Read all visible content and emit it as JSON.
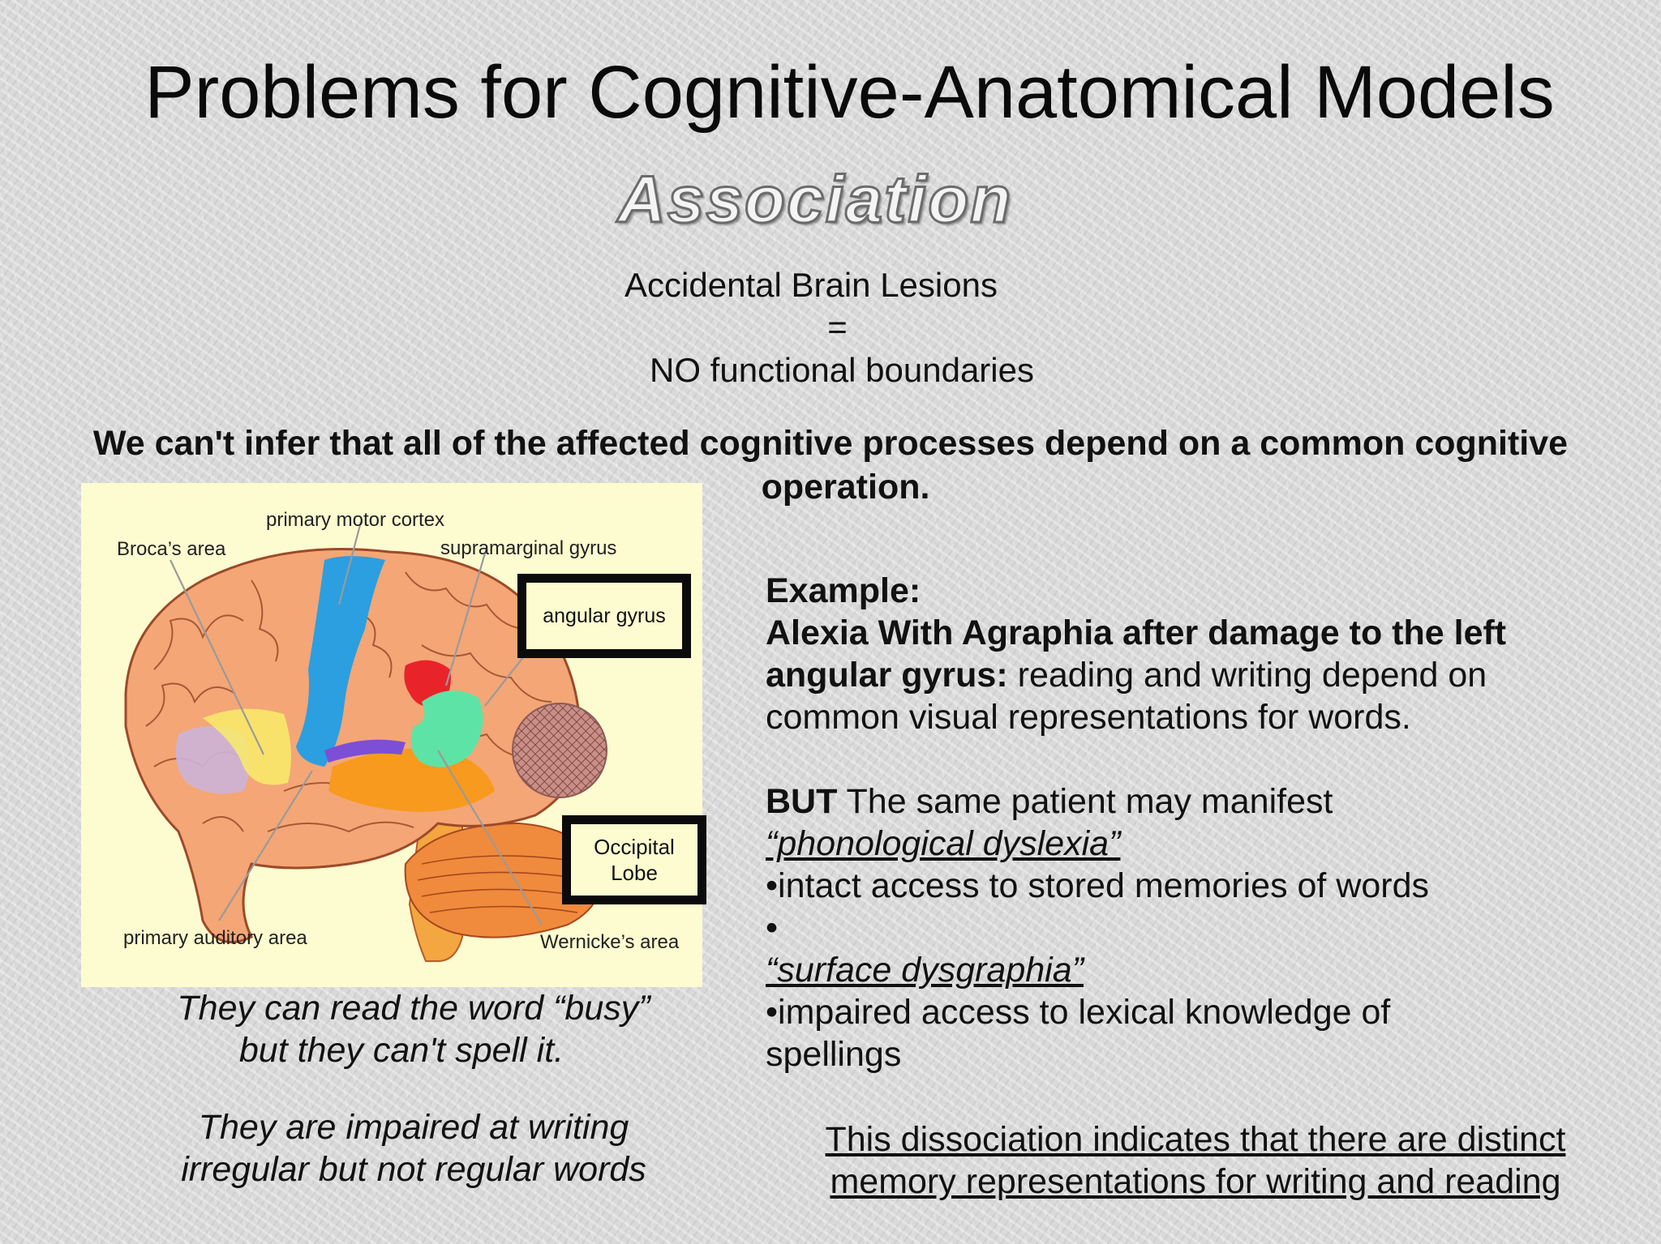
{
  "slide": {
    "title": "Problems for Cognitive-Anatomical Models",
    "subtitle": "Association",
    "lesions_line": "Accidental Brain Lesions",
    "equals": "=",
    "boundaries_line": "NO functional boundaries",
    "inference_line1": "We can't infer that all of the affected cognitive processes depend on a common cognitive",
    "inference_line2": "operation."
  },
  "figure": {
    "labels": {
      "primary_motor_cortex": "primary motor cortex",
      "brocas_area": "Broca’s area",
      "supramarginal_gyrus": "supramarginal gyrus",
      "angular_gyrus": "angular gyrus",
      "occipital_lobe_line1": "Occipital",
      "occipital_lobe_line2": "Lobe",
      "primary_auditory_area": "primary auditory area",
      "wernickes_area": "Wernicke’s area"
    },
    "colors": {
      "background": "#fdfbd0",
      "brain": "#f4a676",
      "motor_cortex": "#2b9fe0",
      "brocas": "#cdb4d8",
      "auditory": "#f79a1e",
      "wernicke": "#7c4fd6",
      "supramarginal": "#e8242a",
      "angular": "#5ee3a6",
      "cerebellum": "#f08a3c",
      "highlight_yellow": "#f8ec6a"
    }
  },
  "captions": {
    "line1": "They can read the word “busy”",
    "line2": "but they can't spell it.",
    "line3": "They are impaired at writing",
    "line4": "irregular but not regular words"
  },
  "example": {
    "heading": "Example:",
    "bold_lead_1": "Alexia With Agraphia after damage to the left",
    "bold_lead_2": "angular gyrus:",
    "rest_1": " reading and writing depend on",
    "rest_2": "common visual representations for words.",
    "but_bold": "BUT",
    "but_rest": " The same patient may manifest",
    "term1": "“phonological dyslexia”",
    "bullet1": "•intact access to stored memories of words",
    "bullet_empty": "•",
    "term2": "“surface dysgraphia”",
    "bullet2_line1": "•impaired access to lexical knowledge of",
    "bullet2_line2": "spellings"
  },
  "conclusion": {
    "line1": "This dissociation indicates that there are distinct",
    "line2": "memory representations for writing and reading"
  }
}
